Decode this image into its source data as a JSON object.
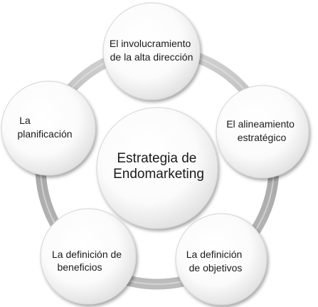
{
  "center": {
    "lines": [
      "Estrategia de",
      "Endomarketing"
    ]
  },
  "nodes": [
    {
      "id": "involucramiento",
      "lines": [
        "El involucramiento",
        "de la alta dirección"
      ]
    },
    {
      "id": "alineamiento",
      "lines": [
        "El alineamiento",
        "estratégico"
      ]
    },
    {
      "id": "objetivos",
      "lines": [
        "La definición",
        "de objetivos"
      ]
    },
    {
      "id": "beneficios",
      "lines": [
        "La definición de",
        "beneficios"
      ]
    },
    {
      "id": "planificacion",
      "lines": [
        "La",
        "planificación"
      ]
    }
  ],
  "colors": {
    "ring": "#a6a6a6",
    "ring_light": "#c8c8c8",
    "circle_fill_light": "#ffffff",
    "circle_fill_dark": "#e2e2e2",
    "circle_stroke": "#d4d4d4",
    "text": "#1a1a1a"
  }
}
